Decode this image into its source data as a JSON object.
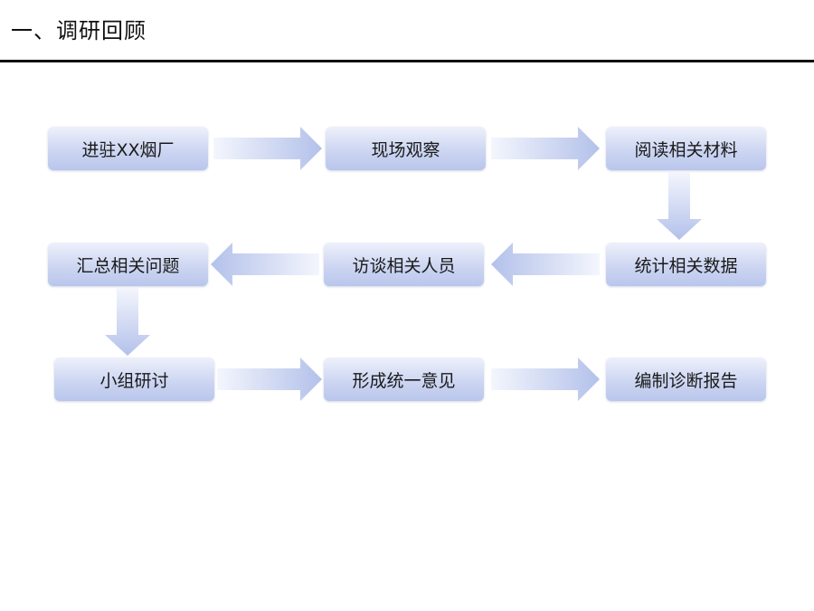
{
  "page": {
    "title": "一、调研回顾"
  },
  "flow": {
    "steps": [
      {
        "label": "进驻XX烟厂"
      },
      {
        "label": "现场观察"
      },
      {
        "label": "阅读相关材料"
      },
      {
        "label": "统计相关数据"
      },
      {
        "label": "访谈相关人员"
      },
      {
        "label": "汇总相关问题"
      },
      {
        "label": "小组研讨"
      },
      {
        "label": "形成统一意见"
      },
      {
        "label": "编制诊断报告"
      }
    ],
    "colors": {
      "box_top": "#eef1fb",
      "box_bottom": "#b9c6ec",
      "arrow_light": "#f2f4fc",
      "arrow_dark": "#b3c1ea"
    }
  }
}
